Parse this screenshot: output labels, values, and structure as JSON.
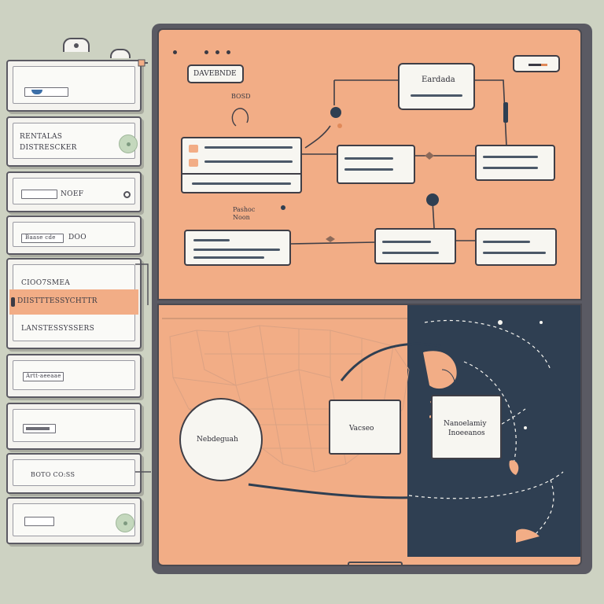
{
  "stack": {
    "card2_line1": "RENTALAS",
    "card2_line2": "DISTRESCKER",
    "card3_text": "NOEF",
    "card4_field": "Baase cde",
    "card4_text": "DOO",
    "card5_line1": "CIOO7SMEA",
    "card5_band": "DIISTTTESSYCHTTR",
    "card5_line3": "LANSTESSYSSERS",
    "card6_field": "Artt-aeeaae",
    "card8_text": "BOTO CO:SS"
  },
  "flow": {
    "title_chip": "DAVEBNDE",
    "top_node": "Eardada",
    "float_label1": "BOSD",
    "float_label2a": "Pashoc",
    "float_label2b": "Noon"
  },
  "map": {
    "circle_label": "Nebdeguah",
    "box1_label": "Vacseo",
    "box2_line1": "Nanoelamiy",
    "box2_line2": "Inoeeanos"
  },
  "colors": {
    "peach": "#f2ad86",
    "navy": "#2f3f52",
    "sage": "#cdd2c2",
    "paper": "#f7f6f1"
  }
}
